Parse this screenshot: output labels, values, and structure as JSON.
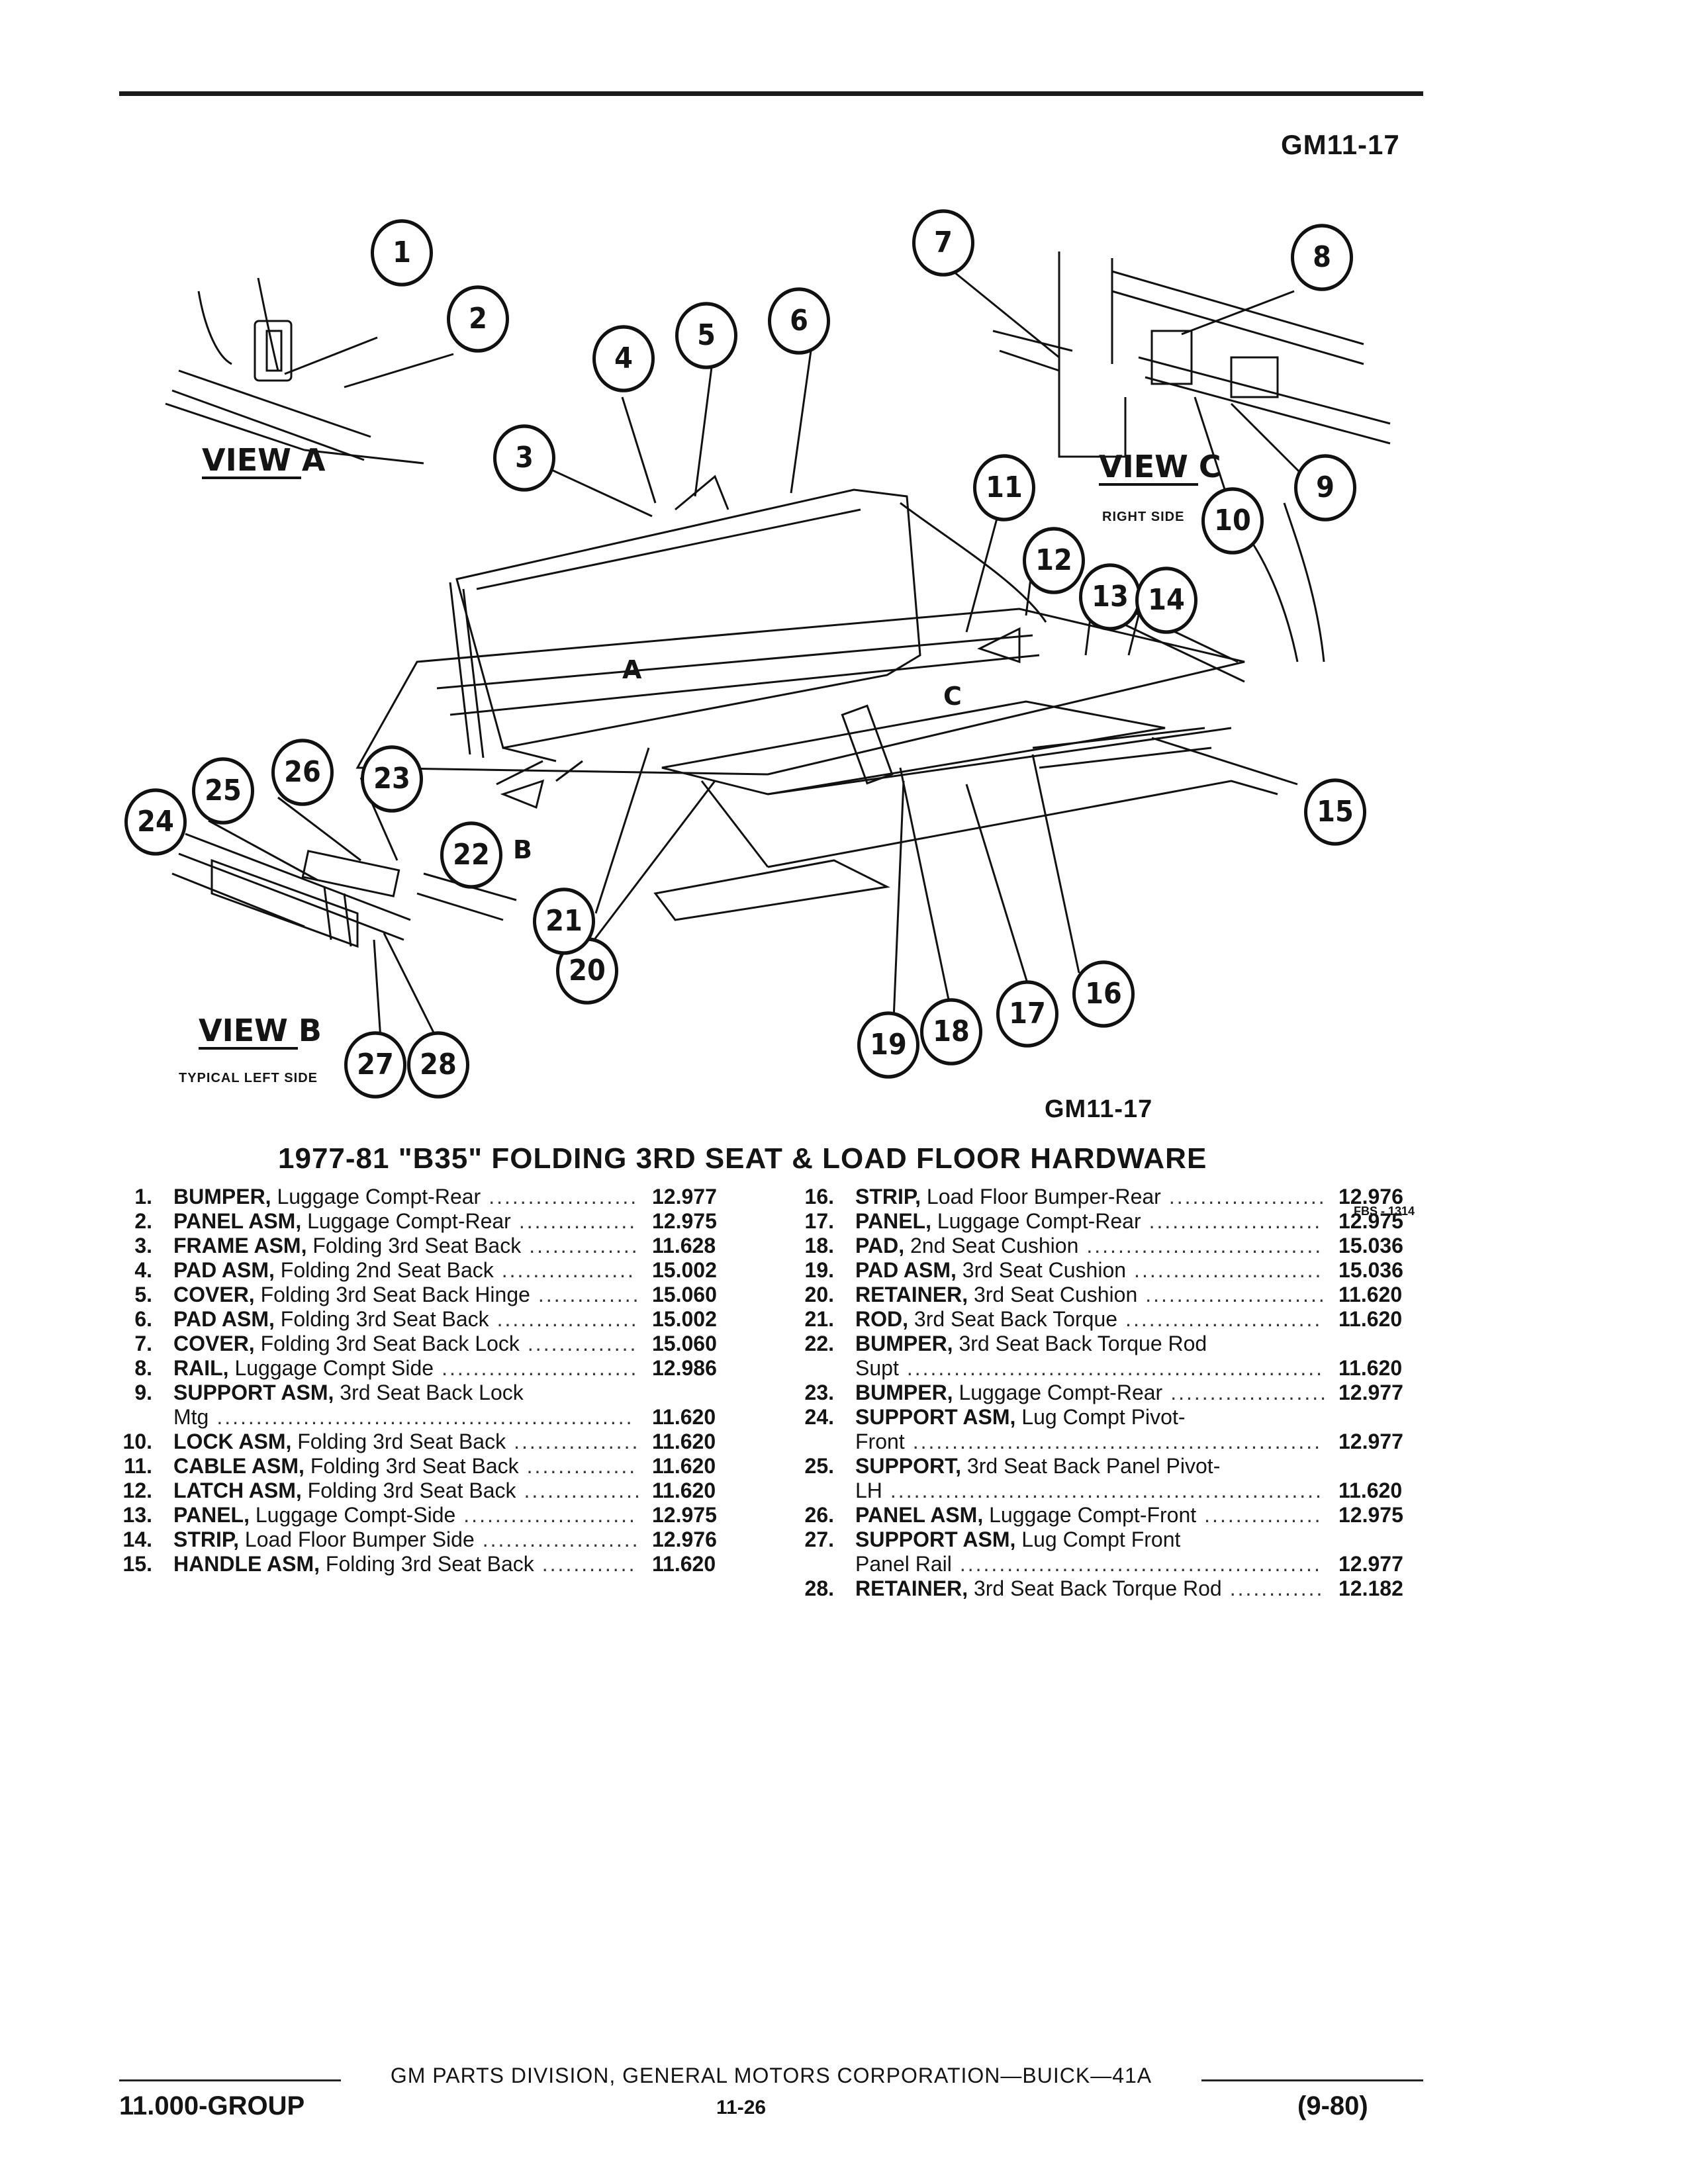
{
  "header": {
    "figure_code": "GM11-17"
  },
  "diagram": {
    "view_a": "VIEW A",
    "view_b": "VIEW B",
    "view_b_sub": "TYPICAL LEFT SIDE",
    "view_c": "VIEW C",
    "view_c_sub": "RIGHT SIDE",
    "letter_a": "A",
    "letter_b": "B",
    "letter_c": "C",
    "drawing_code": "FBS - 1314",
    "figure_code": "GM11-17",
    "callouts": [
      "1",
      "2",
      "3",
      "4",
      "5",
      "6",
      "7",
      "8",
      "9",
      "10",
      "11",
      "12",
      "13",
      "14",
      "15",
      "16",
      "17",
      "18",
      "19",
      "20",
      "21",
      "22",
      "23",
      "24",
      "25",
      "26",
      "27",
      "28"
    ]
  },
  "title": "1977-81 \"B35\" FOLDING 3RD SEAT & LOAD FLOOR HARDWARE",
  "parts_left": [
    {
      "num": "1.",
      "name": "BUMPER,",
      "desc": " Luggage Compt-Rear",
      "value": "12.977"
    },
    {
      "num": "2.",
      "name": "PANEL ASM,",
      "desc": " Luggage Compt-Rear",
      "value": "12.975"
    },
    {
      "num": "3.",
      "name": "FRAME ASM,",
      "desc": " Folding 3rd Seat Back",
      "value": "11.628"
    },
    {
      "num": "4.",
      "name": "PAD ASM,",
      "desc": " Folding 2nd Seat Back",
      "value": "15.002"
    },
    {
      "num": "5.",
      "name": "COVER,",
      "desc": " Folding 3rd Seat Back Hinge",
      "value": "15.060"
    },
    {
      "num": "6.",
      "name": "PAD ASM,",
      "desc": " Folding 3rd Seat Back",
      "value": "15.002"
    },
    {
      "num": "7.",
      "name": "COVER,",
      "desc": " Folding 3rd Seat Back Lock",
      "value": "15.060"
    },
    {
      "num": "8.",
      "name": "RAIL,",
      "desc": " Luggage Compt Side",
      "value": "12.986"
    },
    {
      "num": "9.",
      "name": "SUPPORT ASM,",
      "desc": " 3rd Seat Back Lock",
      "value": ""
    },
    {
      "num": "",
      "name": "",
      "desc": "Mtg",
      "value": "11.620"
    },
    {
      "num": "10.",
      "name": "LOCK ASM,",
      "desc": " Folding 3rd Seat Back",
      "value": "11.620"
    },
    {
      "num": "11.",
      "name": "CABLE ASM,",
      "desc": " Folding 3rd Seat Back",
      "value": "11.620"
    },
    {
      "num": "12.",
      "name": "LATCH ASM,",
      "desc": " Folding 3rd Seat Back",
      "value": "11.620"
    },
    {
      "num": "13.",
      "name": "PANEL,",
      "desc": " Luggage Compt-Side",
      "value": "12.975"
    },
    {
      "num": "14.",
      "name": "STRIP,",
      "desc": " Load Floor Bumper Side",
      "value": "12.976"
    },
    {
      "num": "15.",
      "name": "HANDLE ASM,",
      "desc": " Folding 3rd Seat Back",
      "value": "11.620"
    }
  ],
  "parts_right": [
    {
      "num": "16.",
      "name": "STRIP,",
      "desc": " Load Floor Bumper-Rear",
      "value": "12.976"
    },
    {
      "num": "17.",
      "name": "PANEL,",
      "desc": " Luggage Compt-Rear",
      "value": "12.975"
    },
    {
      "num": "18.",
      "name": "PAD,",
      "desc": " 2nd Seat Cushion",
      "value": "15.036"
    },
    {
      "num": "19.",
      "name": "PAD ASM,",
      "desc": " 3rd Seat Cushion",
      "value": "15.036"
    },
    {
      "num": "20.",
      "name": "RETAINER,",
      "desc": " 3rd Seat Cushion",
      "value": "11.620"
    },
    {
      "num": "21.",
      "name": "ROD,",
      "desc": " 3rd Seat Back Torque",
      "value": "11.620"
    },
    {
      "num": "22.",
      "name": "BUMPER,",
      "desc": " 3rd Seat Back Torque Rod",
      "value": ""
    },
    {
      "num": "",
      "name": "",
      "desc": "Supt",
      "value": "11.620"
    },
    {
      "num": "23.",
      "name": "BUMPER,",
      "desc": " Luggage Compt-Rear",
      "value": "12.977"
    },
    {
      "num": "24.",
      "name": "SUPPORT ASM,",
      "desc": " Lug Compt Pivot-",
      "value": ""
    },
    {
      "num": "",
      "name": "",
      "desc": "Front",
      "value": "12.977"
    },
    {
      "num": "25.",
      "name": "SUPPORT,",
      "desc": " 3rd Seat Back Panel Pivot-",
      "value": ""
    },
    {
      "num": "",
      "name": "",
      "desc": "LH",
      "value": "11.620"
    },
    {
      "num": "26.",
      "name": "PANEL ASM,",
      "desc": " Luggage Compt-Front",
      "value": "12.975"
    },
    {
      "num": "27.",
      "name": "SUPPORT ASM,",
      "desc": " Lug Compt Front",
      "value": ""
    },
    {
      "num": "",
      "name": "",
      "desc": "Panel Rail",
      "value": "12.977"
    },
    {
      "num": "28.",
      "name": "RETAINER,",
      "desc": " 3rd Seat Back Torque Rod",
      "value": "12.182"
    }
  ],
  "footer": {
    "center": "GM PARTS DIVISION, GENERAL MOTORS CORPORATION—BUICK—41A",
    "left": "11.000-GROUP",
    "page": "11-26",
    "right": "(9-80)"
  }
}
